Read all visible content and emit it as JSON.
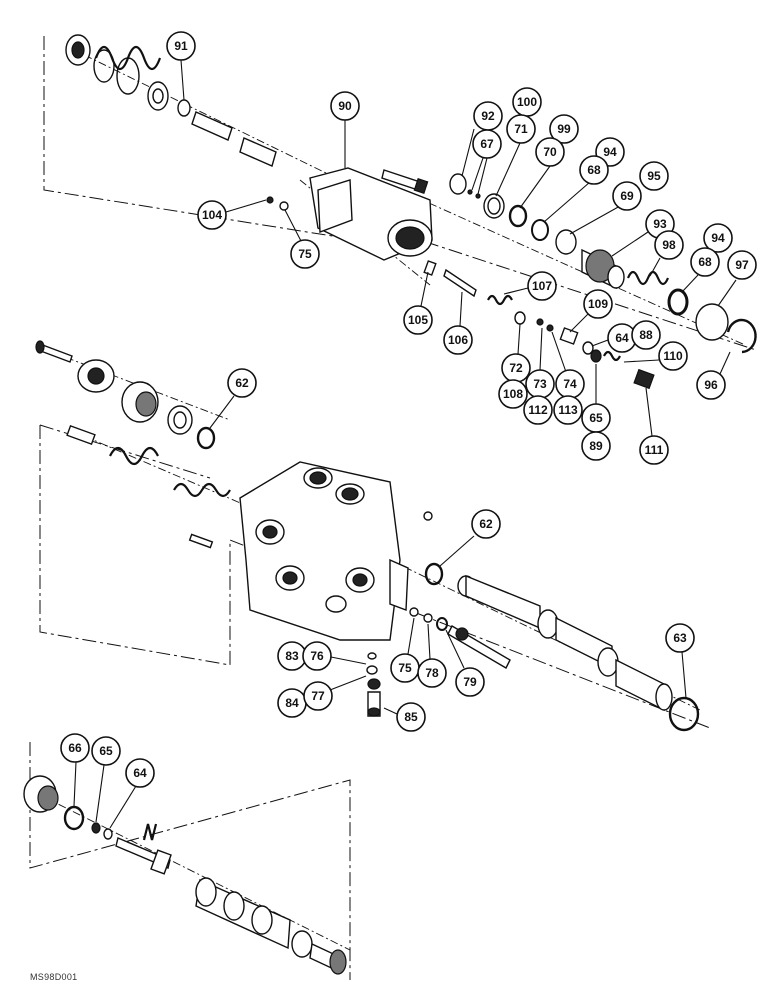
{
  "document_code": "MS98D001",
  "callouts": [
    {
      "id": "c91",
      "label": "91"
    },
    {
      "id": "c90",
      "label": "90"
    },
    {
      "id": "c92",
      "label": "92"
    },
    {
      "id": "c100",
      "label": "100"
    },
    {
      "id": "c67",
      "label": "67"
    },
    {
      "id": "c71",
      "label": "71"
    },
    {
      "id": "c99",
      "label": "99"
    },
    {
      "id": "c70",
      "label": "70"
    },
    {
      "id": "c94a",
      "label": "94"
    },
    {
      "id": "c68a",
      "label": "68"
    },
    {
      "id": "c95",
      "label": "95"
    },
    {
      "id": "c69",
      "label": "69"
    },
    {
      "id": "c93",
      "label": "93"
    },
    {
      "id": "c98",
      "label": "98"
    },
    {
      "id": "c94b",
      "label": "94"
    },
    {
      "id": "c68b",
      "label": "68"
    },
    {
      "id": "c97",
      "label": "97"
    },
    {
      "id": "c104",
      "label": "104"
    },
    {
      "id": "c75a",
      "label": "75"
    },
    {
      "id": "c107",
      "label": "107"
    },
    {
      "id": "c109",
      "label": "109"
    },
    {
      "id": "c105",
      "label": "105"
    },
    {
      "id": "c106",
      "label": "106"
    },
    {
      "id": "c64a",
      "label": "64"
    },
    {
      "id": "c88",
      "label": "88"
    },
    {
      "id": "c72",
      "label": "72"
    },
    {
      "id": "c110",
      "label": "110"
    },
    {
      "id": "c96",
      "label": "96"
    },
    {
      "id": "c108",
      "label": "108"
    },
    {
      "id": "c73",
      "label": "73"
    },
    {
      "id": "c74",
      "label": "74"
    },
    {
      "id": "c65a",
      "label": "65"
    },
    {
      "id": "c112",
      "label": "112"
    },
    {
      "id": "c113",
      "label": "113"
    },
    {
      "id": "c89",
      "label": "89"
    },
    {
      "id": "c111",
      "label": "111"
    },
    {
      "id": "c62a",
      "label": "62"
    },
    {
      "id": "c62b",
      "label": "62"
    },
    {
      "id": "c63",
      "label": "63"
    },
    {
      "id": "c83",
      "label": "83"
    },
    {
      "id": "c76",
      "label": "76"
    },
    {
      "id": "c75b",
      "label": "75"
    },
    {
      "id": "c78",
      "label": "78"
    },
    {
      "id": "c79",
      "label": "79"
    },
    {
      "id": "c84",
      "label": "84"
    },
    {
      "id": "c77",
      "label": "77"
    },
    {
      "id": "c85",
      "label": "85"
    },
    {
      "id": "c66",
      "label": "66"
    },
    {
      "id": "c65b",
      "label": "65"
    },
    {
      "id": "c64b",
      "label": "64"
    }
  ]
}
